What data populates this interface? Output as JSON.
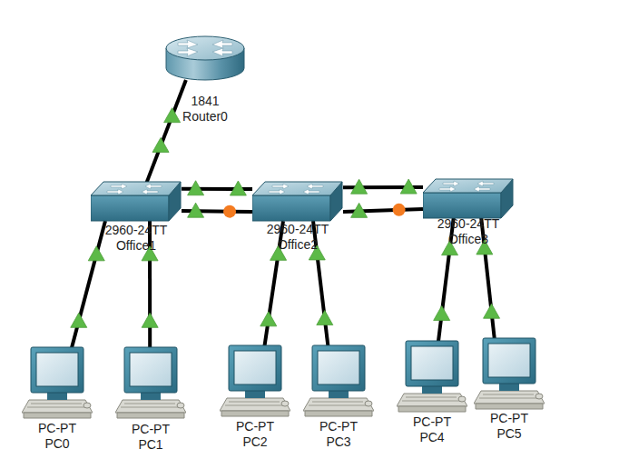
{
  "diagram": {
    "nodes": [
      {
        "text": [
          "1841",
          "Router0"
        ]
      },
      {
        "text": [
          "2960-24TT",
          "Office1"
        ]
      },
      {
        "text": [
          "2960-24TT",
          "Office2"
        ]
      },
      {
        "text": [
          "2960-24TT",
          "Office3"
        ]
      },
      {
        "text": [
          "PC-PT",
          "PC0"
        ]
      },
      {
        "text": [
          "PC-PT",
          "PC1"
        ]
      },
      {
        "text": [
          "PC-PT",
          "PC2"
        ]
      },
      {
        "text": [
          "PC-PT",
          "PC3"
        ]
      },
      {
        "text": [
          "PC-PT",
          "PC4"
        ]
      },
      {
        "text": [
          "PC-PT",
          "PC5"
        ]
      }
    ],
    "edges": [
      {
        "from": 0,
        "to": 1,
        "arrow": "none"
      },
      {
        "from": 1,
        "to": 2,
        "arrow": "none"
      },
      {
        "from": 1,
        "to": 2,
        "arrow": "none"
      },
      {
        "from": 2,
        "to": 3,
        "arrow": "none"
      },
      {
        "from": 2,
        "to": 3,
        "arrow": "none"
      },
      {
        "from": 1,
        "to": 4,
        "arrow": "none"
      },
      {
        "from": 1,
        "to": 5,
        "arrow": "none"
      },
      {
        "from": 2,
        "to": 6,
        "arrow": "none"
      },
      {
        "from": 2,
        "to": 7,
        "arrow": "none"
      },
      {
        "from": 3,
        "to": 8,
        "arrow": "none"
      },
      {
        "from": 3,
        "to": 9,
        "arrow": "none"
      }
    ]
  }
}
